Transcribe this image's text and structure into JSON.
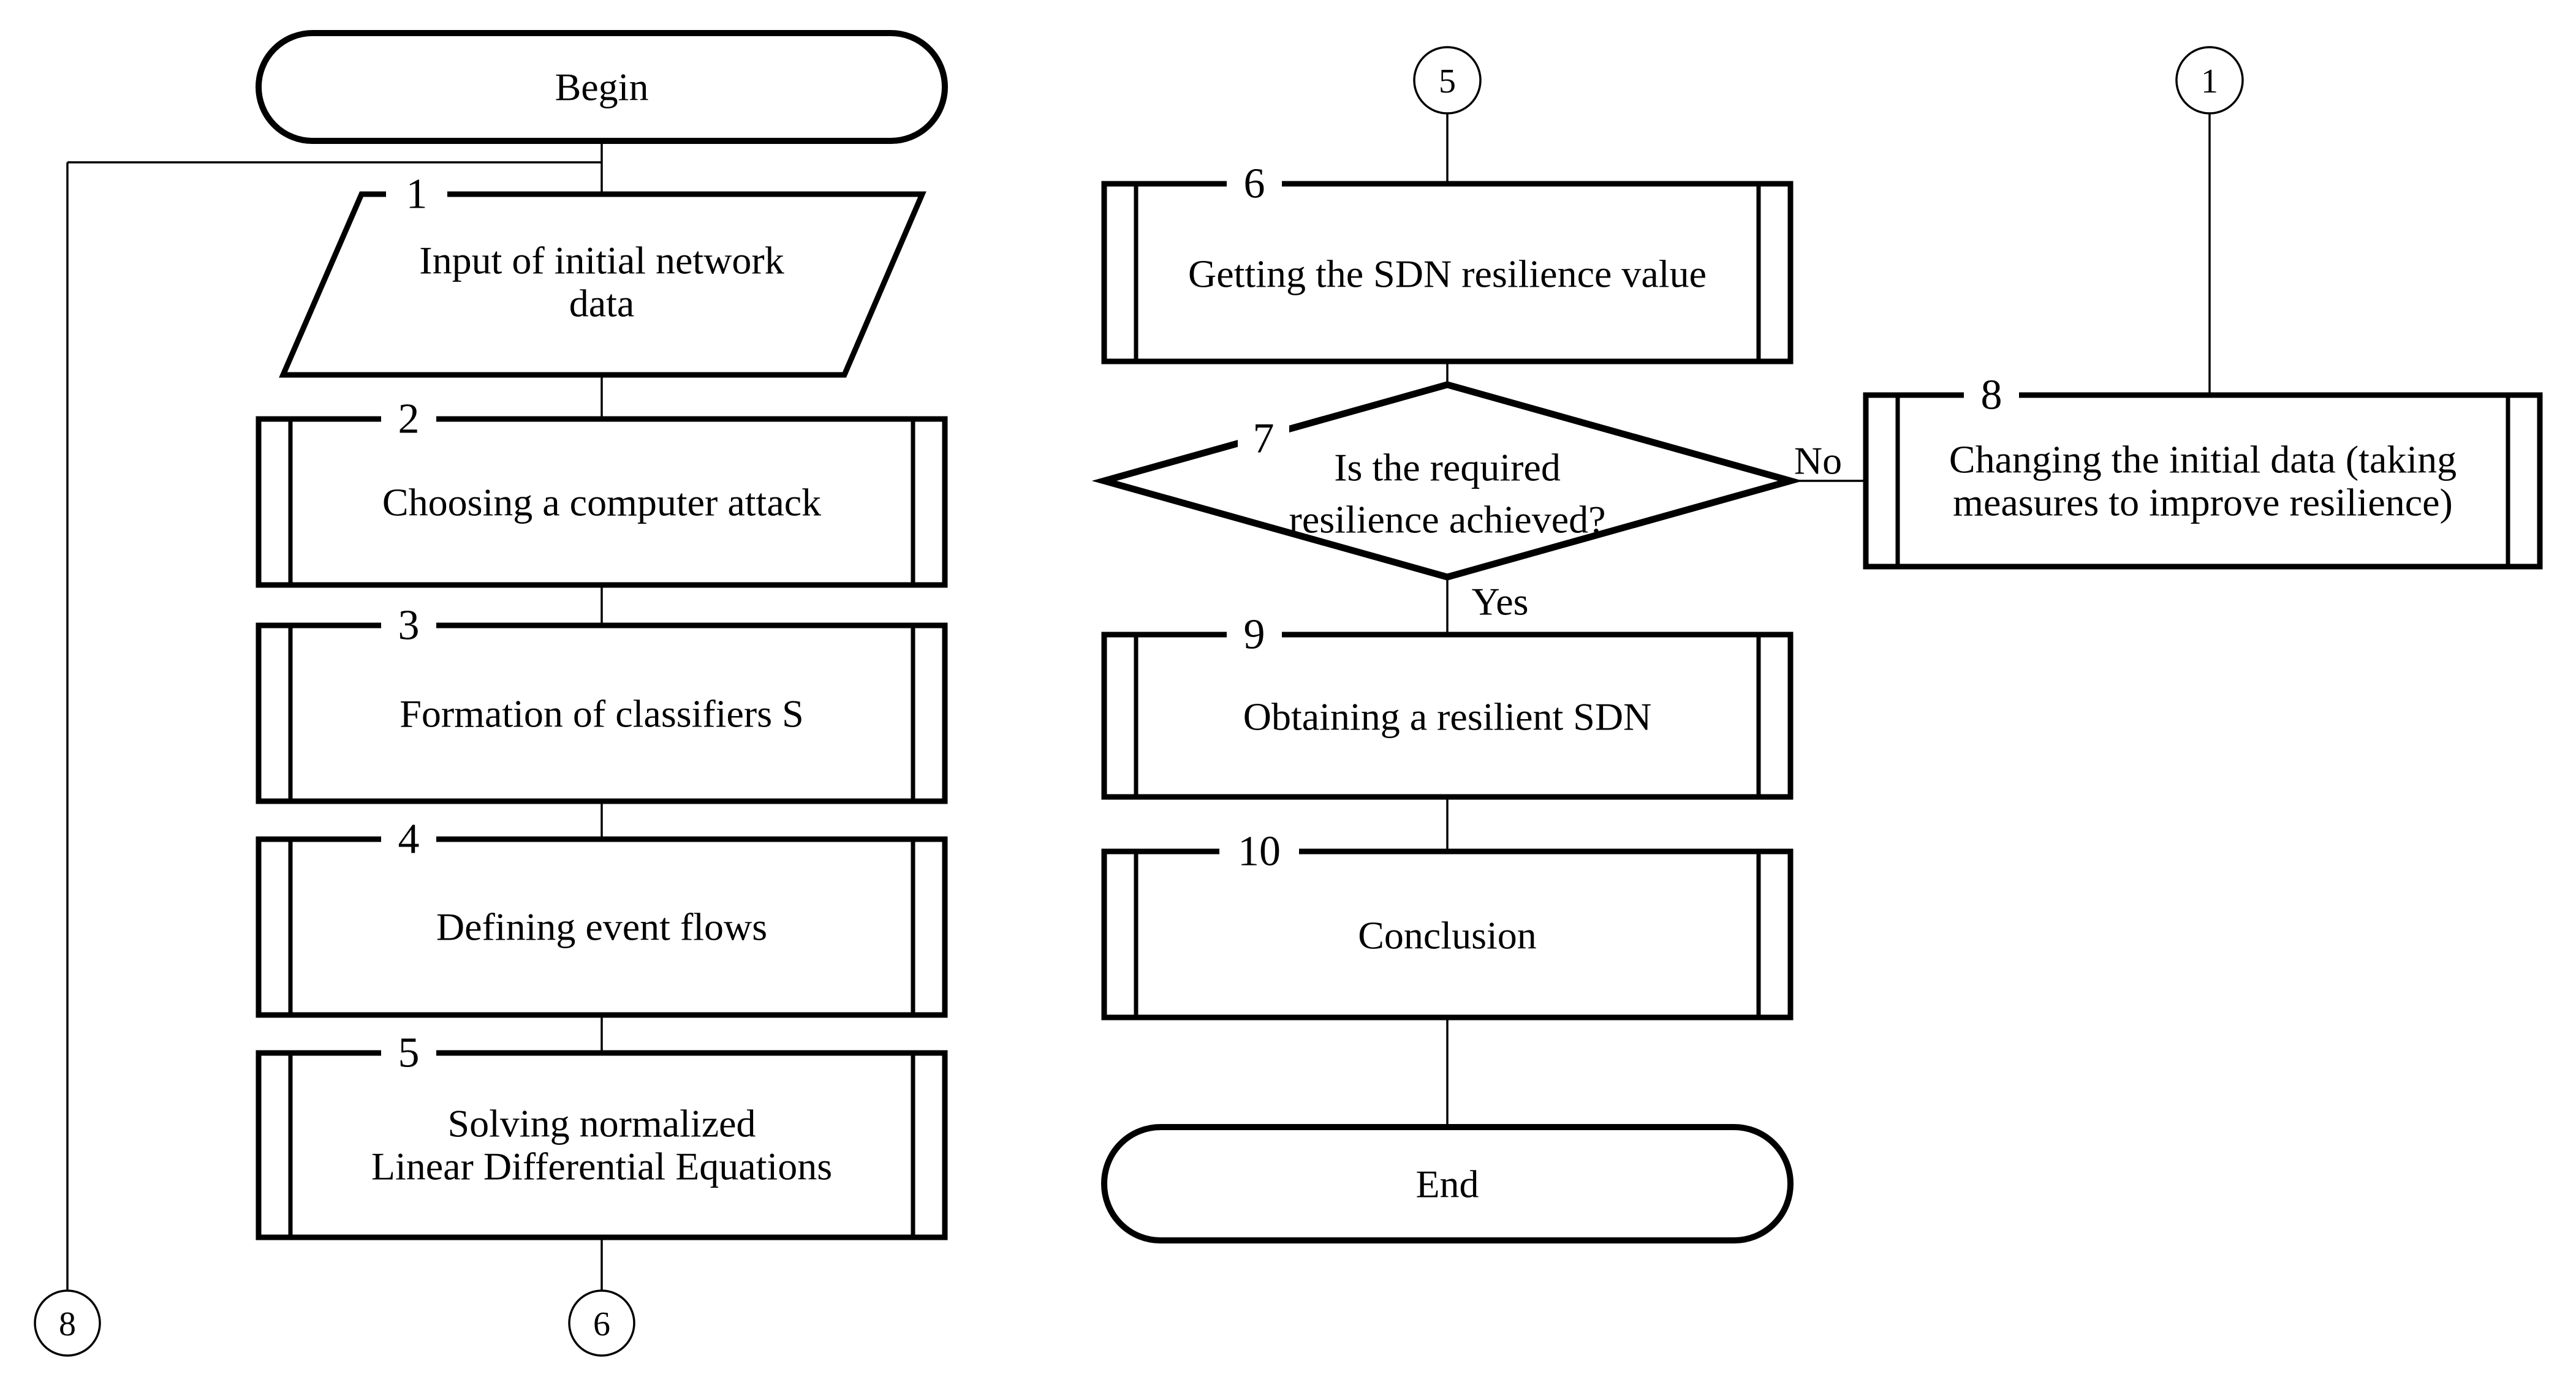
{
  "colors": {
    "ink": "#000000",
    "paper": "#ffffff"
  },
  "flowchart": {
    "terminators": {
      "begin": "Begin",
      "end": "End"
    },
    "edge_labels": {
      "no": "No",
      "yes": "Yes"
    },
    "connectors": {
      "top_middle": "5",
      "top_right": "1",
      "bottom_left": "8",
      "bottom_left_column": "6"
    },
    "nodes": {
      "n1": {
        "number": "1",
        "lines": [
          "Input of initial network",
          "data"
        ]
      },
      "n2": {
        "number": "2",
        "lines": [
          "Choosing a computer attack"
        ]
      },
      "n3": {
        "number": "3",
        "lines": [
          "Formation of classifiers S"
        ]
      },
      "n4": {
        "number": "4",
        "lines": [
          "Defining event flows"
        ]
      },
      "n5": {
        "number": "5",
        "lines": [
          "Solving normalized",
          "Linear Differential Equations"
        ]
      },
      "n6": {
        "number": "6",
        "lines": [
          "Getting the SDN resilience value"
        ]
      },
      "n7": {
        "number": "7",
        "lines": [
          "Is the required",
          "resilience achieved?"
        ]
      },
      "n8": {
        "number": "8",
        "lines": [
          "Changing the initial data (taking",
          "measures to improve resilience)"
        ]
      },
      "n9": {
        "number": "9",
        "lines": [
          "Obtaining a resilient SDN"
        ]
      },
      "n10": {
        "number": "10",
        "lines": [
          "Conclusion"
        ]
      }
    }
  }
}
